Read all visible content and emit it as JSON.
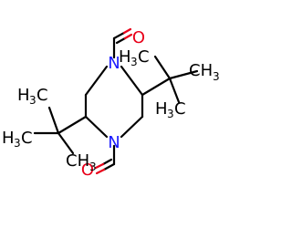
{
  "molecule": {
    "atom_labels": {
      "n_top": "N",
      "n_bottom": "N",
      "o_top": "O",
      "o_bottom": "O",
      "ch3_top_upper": "H",
      "ch3_top_upper_c": "C",
      "ch3_top_upper_sub": "3",
      "ch3_top_right_c": "CH",
      "ch3_top_right_sub": "3",
      "ch3_top_lower_h": "H",
      "ch3_top_lower_sub": "3",
      "ch3_top_lower_c": "C",
      "ch3_bot_upper_h": "H",
      "ch3_bot_upper_sub": "3",
      "ch3_bot_upper_c": "C",
      "ch3_bot_left_h": "H",
      "ch3_bot_left_sub": "3",
      "ch3_bot_left_c": "C",
      "ch3_bot_lower_c": "CH",
      "ch3_bot_lower_sub": "3"
    },
    "colors": {
      "nitrogen": "#1a1aff",
      "oxygen": "#e8001a",
      "carbon": "#000000"
    }
  }
}
